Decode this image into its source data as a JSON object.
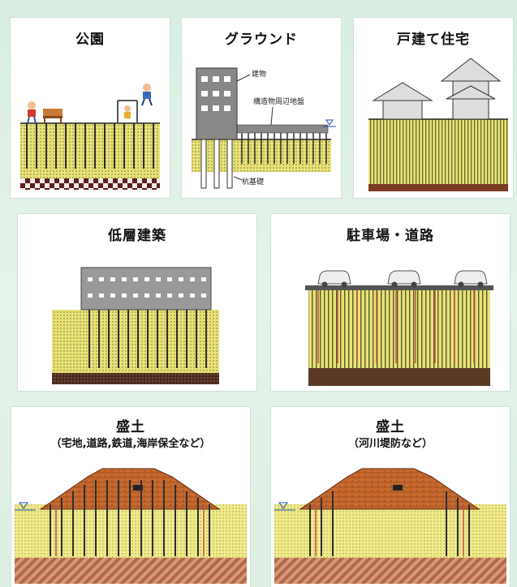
{
  "panels": {
    "park": {
      "title": "公園"
    },
    "ground": {
      "title": "グラウンド",
      "labels": {
        "building": "建物",
        "structure": "構造物周辺地盤",
        "pile": "杭基礎"
      }
    },
    "houses": {
      "title": "戸建て住宅"
    },
    "lowrise": {
      "title": "低層建築"
    },
    "parking": {
      "title": "駐車場・道路"
    },
    "fill1": {
      "title": "盛土",
      "subtitle": "（宅地,道路,鉄道,海岸保全など）"
    },
    "fill2": {
      "title": "盛土",
      "subtitle": "（河川堤防など）"
    }
  },
  "colors": {
    "soil": "#e8e277",
    "pile": "#2f2f2f",
    "base": "#5a3a24",
    "embankment": "#c8692f",
    "water": "#1f4fb0"
  }
}
